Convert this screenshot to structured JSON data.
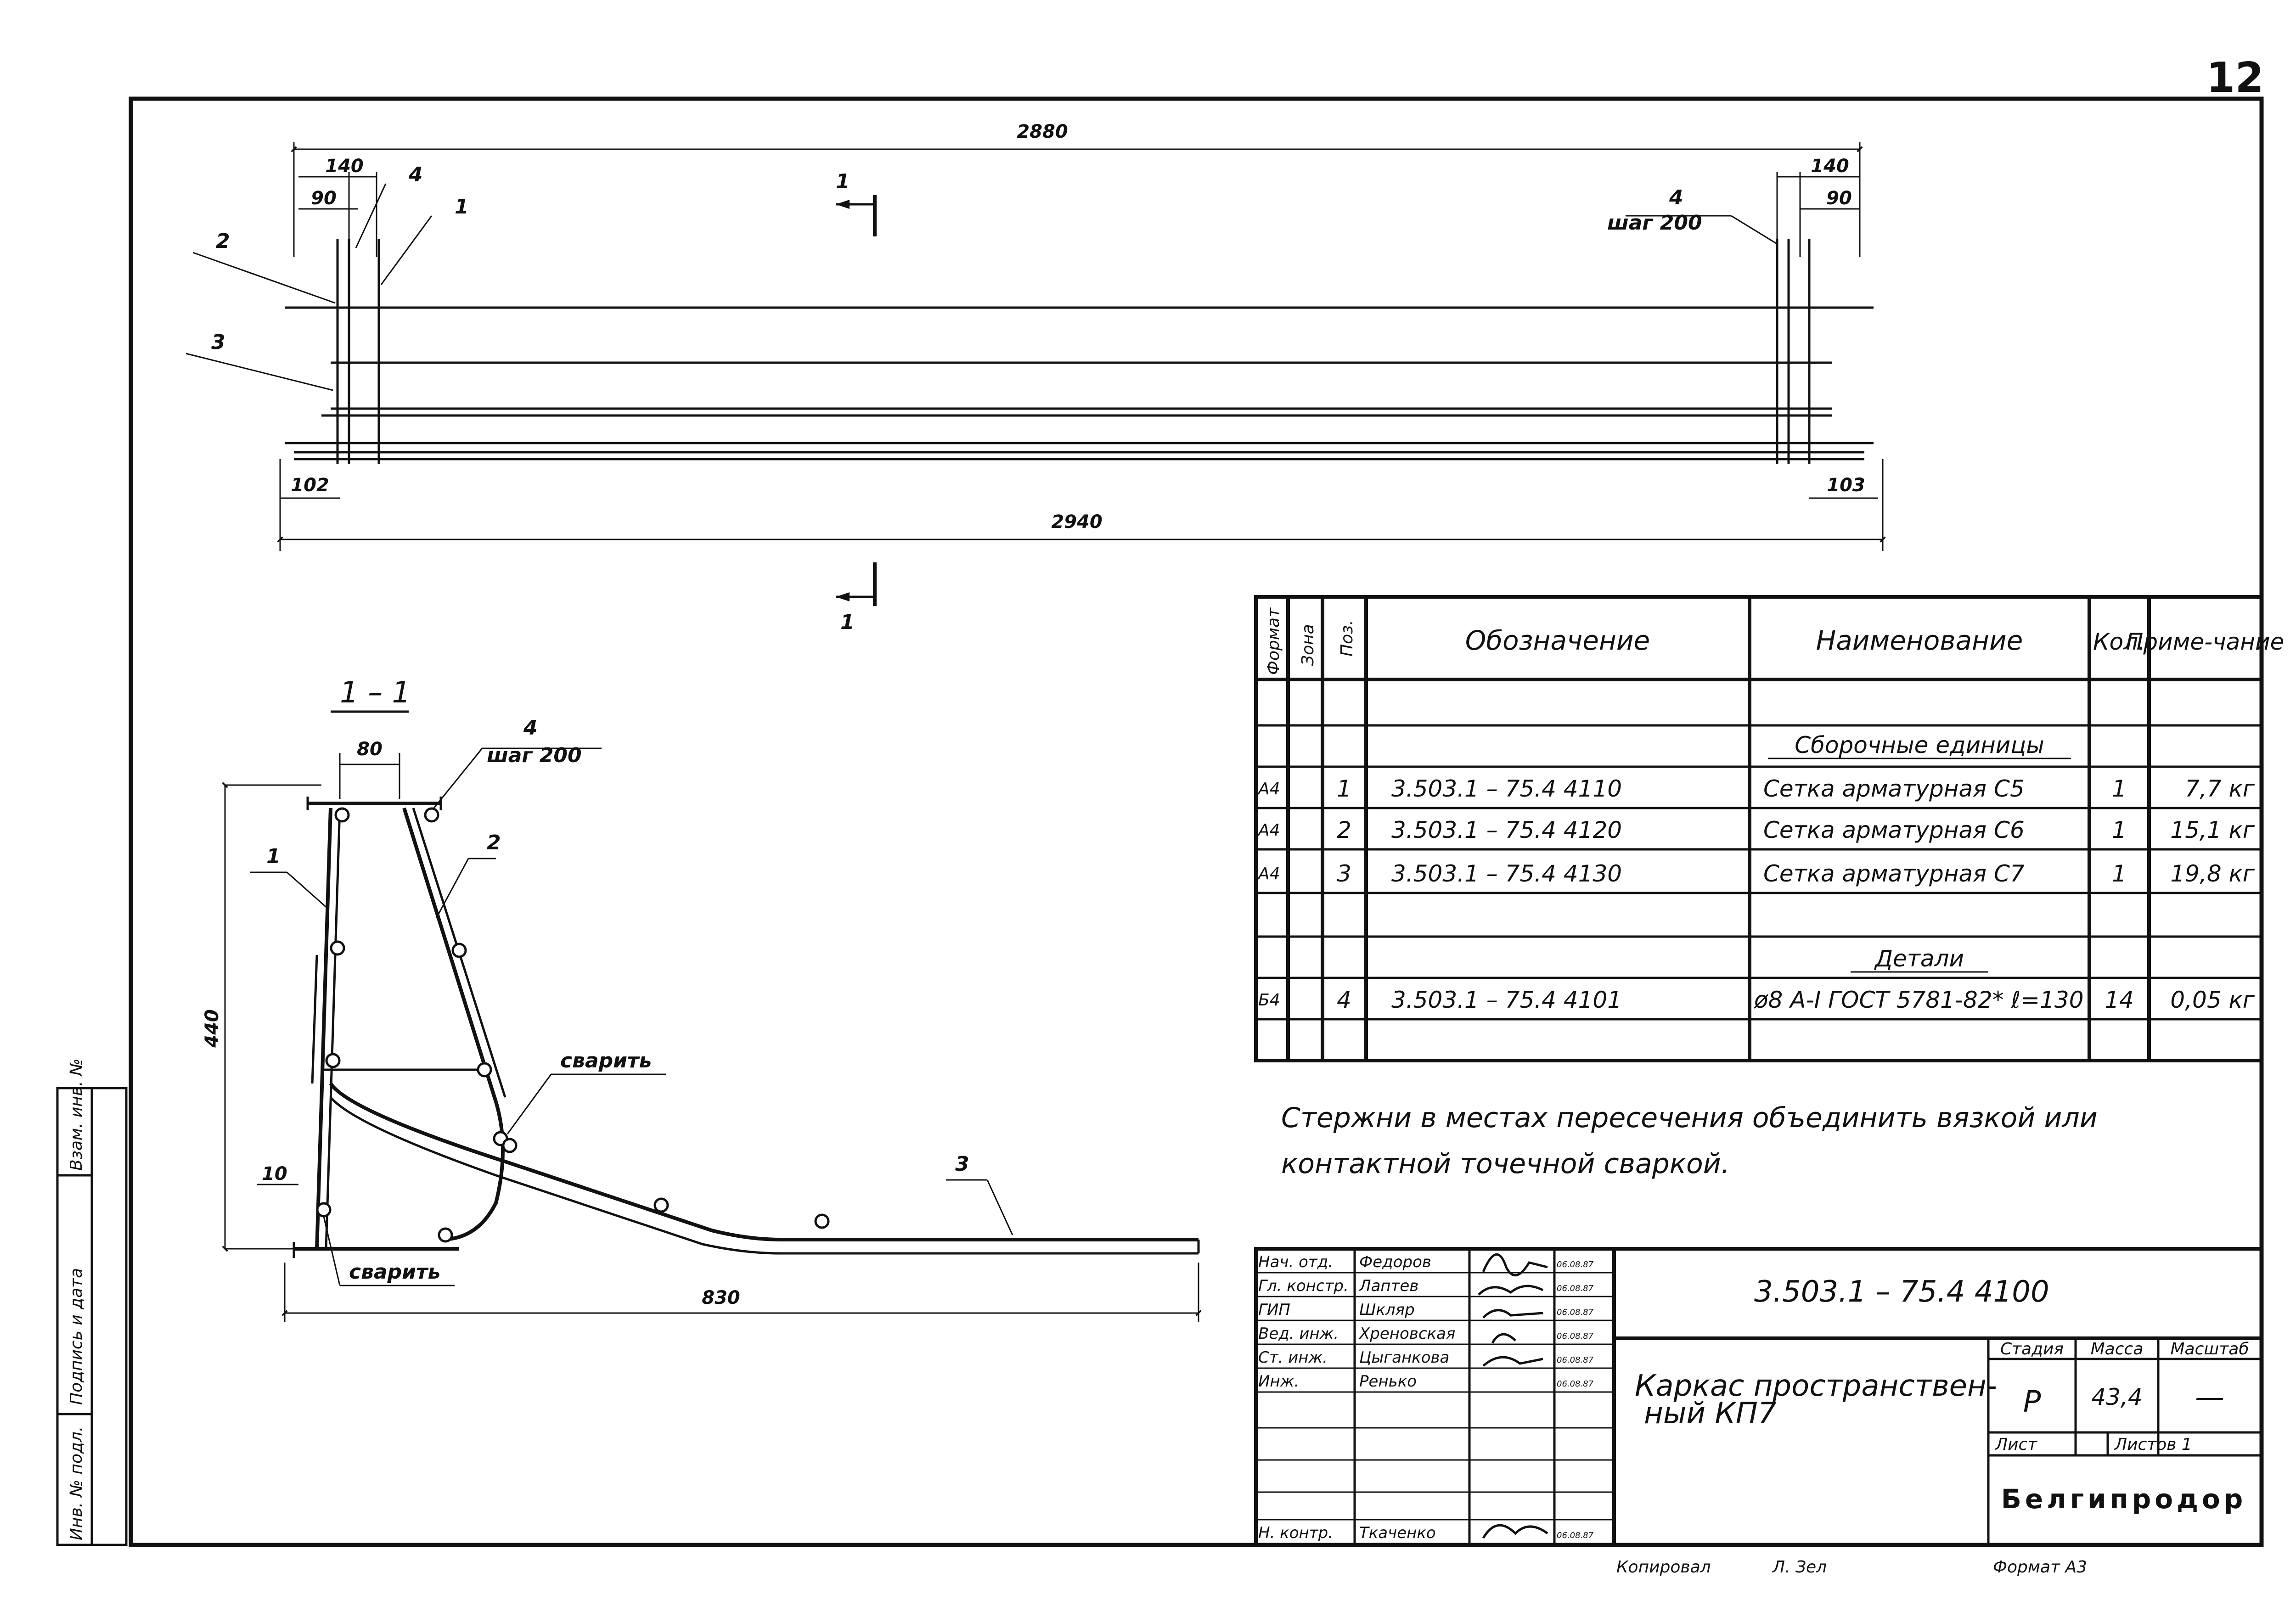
{
  "sheet": {
    "number": "12"
  },
  "plan": {
    "dims": {
      "total_top": "2880",
      "left_outer": "140",
      "left_inner": "90",
      "right_outer": "140",
      "right_inner": "90",
      "total_bottom": "2940",
      "left_bottom": "102",
      "right_bottom": "103"
    },
    "labels": {
      "pos1": "1",
      "pos2": "2",
      "pos3": "3",
      "pos4": "4",
      "pos4_right": "4",
      "step_right": "шаг 200"
    },
    "section_marks": {
      "top": "1",
      "bottom": "1"
    }
  },
  "section": {
    "title": "1 – 1",
    "dims": {
      "width_top": "80",
      "height": "440",
      "offset": "10",
      "length": "830"
    },
    "labels": {
      "pos1": "1",
      "pos2": "2",
      "pos3": "3",
      "pos4": "4",
      "step": "шаг 200",
      "weld_upper": "сварить",
      "weld_lower": "сварить"
    }
  },
  "spec_table": {
    "headers": {
      "format": "Формат",
      "zone": "Зона",
      "pos": "Поз.",
      "designation": "Обозначение",
      "name": "Наименование",
      "qty": "Кол.",
      "note": "Приме-чание"
    },
    "section_assemblies": "Сборочные единицы",
    "section_details": "Детали",
    "rows": [
      {
        "format": "А4",
        "pos": "1",
        "designation": "3.503.1 – 75.4 4110",
        "name": "Сетка арматурная С5",
        "qty": "1",
        "note": "7,7 кг"
      },
      {
        "format": "А4",
        "pos": "2",
        "designation": "3.503.1 – 75.4 4120",
        "name": "Сетка арматурная С6",
        "qty": "1",
        "note": "15,1 кг"
      },
      {
        "format": "А4",
        "pos": "3",
        "designation": "3.503.1 – 75.4 4130",
        "name": "Сетка арматурная С7",
        "qty": "1",
        "note": "19,8 кг"
      },
      {
        "format": "Б4",
        "pos": "4",
        "designation": "3.503.1 – 75.4 4101",
        "name": "ø8 А-I ГОСТ 5781-82* ℓ=130",
        "qty": "14",
        "note": "0,05 кг"
      }
    ]
  },
  "note_text": {
    "line1": "Стержни в местах пересечения объединить вязкой или",
    "line2": "контактной точечной сваркой."
  },
  "side_stamp": {
    "c1": "Инв. № подл.",
    "c2": "Подпись и дата",
    "c3": "Взам. инв. №"
  },
  "title_block": {
    "code": "3.503.1 – 75.4 4100",
    "title_line1": "Каркас пространствен-",
    "title_line2": "ный   КП7",
    "stage_label": "Стадия",
    "mass_label": "Масса",
    "scale_label": "Масштаб",
    "stage": "Р",
    "mass": "43,4",
    "scale": "—",
    "sheet_label": "Лист",
    "sheets_label": "Листов 1",
    "org": "Белгипродор",
    "copied_label": "Копировал",
    "copied_sign": "Л. Зел",
    "format_label": "Формат А3",
    "staff": [
      {
        "role": "Нач. отд.",
        "name": "Федоров",
        "date": "06.08.87"
      },
      {
        "role": "Гл. констр.",
        "name": "Лаптев",
        "date": "06.08.87"
      },
      {
        "role": "ГИП",
        "name": "Шкляр",
        "date": "06.08.87"
      },
      {
        "role": "Вед. инж.",
        "name": "Хреновская",
        "date": "06.08.87"
      },
      {
        "role": "Ст. инж.",
        "name": "Цыганкова",
        "date": "06.08.87"
      },
      {
        "role": "Инж.",
        "name": "Ренько",
        "date": "06.08.87"
      },
      {
        "role": "Н. контр.",
        "name": "Ткаченко",
        "date": "06.08.87"
      }
    ]
  }
}
